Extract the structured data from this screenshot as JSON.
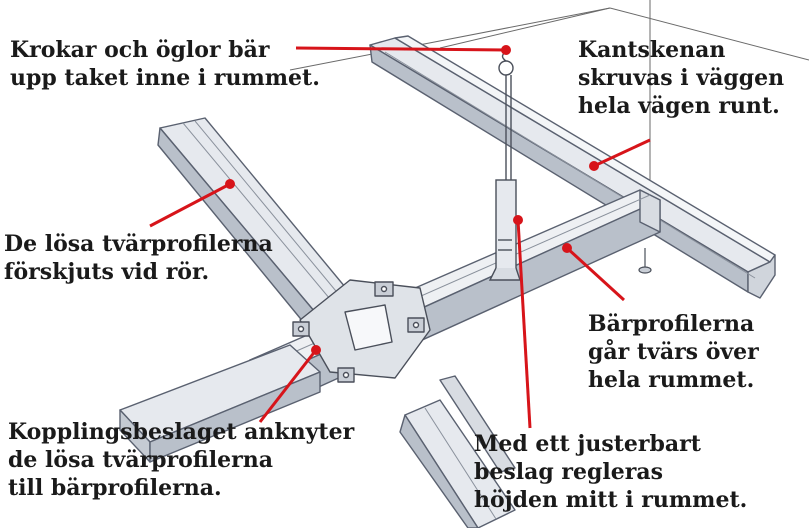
{
  "colors": {
    "leader": "#d7141a",
    "rail_fill": "#e6e9ee",
    "rail_shade": "#b9c0ca",
    "rail_stroke": "#5a6170",
    "thin_line": "#6a6a6a",
    "text": "#1a1a1a"
  },
  "labels": {
    "hooks": [
      "Krokar och öglor bär",
      "upp taket inne i rummet."
    ],
    "edge_rail": [
      "Kantskenan",
      "skruvas i väggen",
      "hela vägen runt."
    ],
    "loose_profiles": [
      "De lösa tvärprofilerna",
      "förskjuts vid rör."
    ],
    "main_profiles": [
      "Bärprofilerna",
      "går tvärs över",
      "hela rummet."
    ],
    "coupling": [
      "Kopplingsbeslaget anknyter",
      "de lösa tvärprofilerna",
      "till bärprofilerna."
    ],
    "adjuster": [
      "Med ett justerbart",
      "beslag regleras",
      "höjden mitt i rummet."
    ]
  }
}
